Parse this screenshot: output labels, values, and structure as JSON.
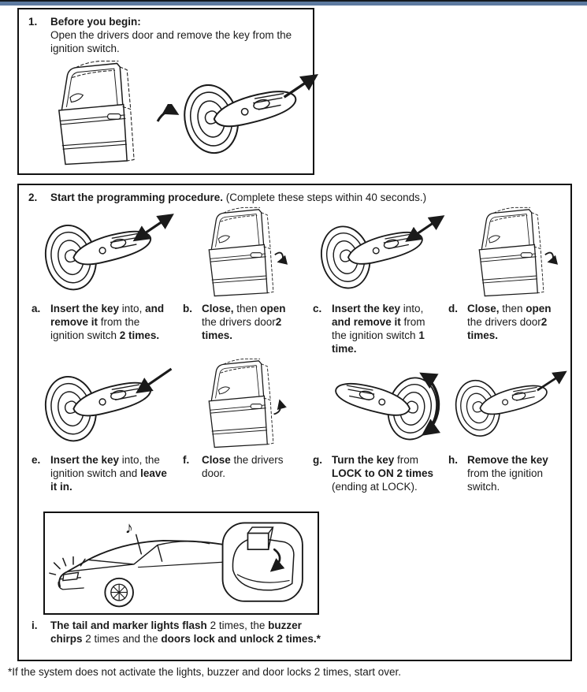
{
  "page": {
    "top_bar_color": "#5d7aa0",
    "line_color": "#1a1a1a",
    "footnote": "*If the system does not activate the lights, buzzer and door locks 2 times, start over."
  },
  "icons": {
    "buzzer_note": "♪"
  },
  "step1": {
    "number": "1.",
    "title": "Before you begin:",
    "body": "Open the drivers door and remove the key from the ignition switch.",
    "illustrations": [
      "drivers-door",
      "ignition-key-remove",
      "arrow-ne"
    ]
  },
  "step2": {
    "number": "2.",
    "title": "Start the programming procedure.",
    "note": " (Complete these steps within 40 seconds.)",
    "substeps": [
      {
        "label": "a.",
        "illustration": "ignition-key-insert-remove",
        "segments": [
          {
            "t": "Insert the key",
            "b": true
          },
          {
            "t": " into, ",
            "b": false
          },
          {
            "t": "and remove it",
            "b": true
          },
          {
            "t": " from the ignition switch ",
            "b": false
          },
          {
            "t": "2 times.",
            "b": true
          }
        ]
      },
      {
        "label": "b.",
        "illustration": "drivers-door-open",
        "segments": [
          {
            "t": "Close,",
            "b": true
          },
          {
            "t": " then ",
            "b": false
          },
          {
            "t": "open",
            "b": true
          },
          {
            "t": " the drivers door",
            "b": false
          },
          {
            "t": "2 times.",
            "b": true
          }
        ]
      },
      {
        "label": "c.",
        "illustration": "ignition-key-insert-remove",
        "segments": [
          {
            "t": "Insert the key",
            "b": true
          },
          {
            "t": " into, ",
            "b": false
          },
          {
            "t": "and remove it",
            "b": true
          },
          {
            "t": " from the ignition switch ",
            "b": false
          },
          {
            "t": "1 time.",
            "b": true
          }
        ]
      },
      {
        "label": "d.",
        "illustration": "drivers-door-open",
        "segments": [
          {
            "t": "Close,",
            "b": true
          },
          {
            "t": " then ",
            "b": false
          },
          {
            "t": "open",
            "b": true
          },
          {
            "t": " the drivers door",
            "b": false
          },
          {
            "t": "2 times.",
            "b": true
          }
        ]
      },
      {
        "label": "e.",
        "illustration": "ignition-key-insert",
        "segments": [
          {
            "t": "Insert the key",
            "b": true
          },
          {
            "t": " into, the ignition switch and ",
            "b": false
          },
          {
            "t": "leave it in.",
            "b": true
          }
        ]
      },
      {
        "label": "f.",
        "illustration": "drivers-door-close",
        "segments": [
          {
            "t": "Close",
            "b": true
          },
          {
            "t": " the drivers door.",
            "b": false
          }
        ]
      },
      {
        "label": "g.",
        "illustration": "ignition-key-turn",
        "segments": [
          {
            "t": "Turn the key",
            "b": true
          },
          {
            "t": " from ",
            "b": false
          },
          {
            "t": "LOCK to ON 2 times",
            "b": true
          },
          {
            "t": " (ending at LOCK).",
            "b": false
          }
        ]
      },
      {
        "label": "h.",
        "illustration": "ignition-key-remove",
        "segments": [
          {
            "t": "Remove the key",
            "b": true
          },
          {
            "t": " from the ignition switch.",
            "b": false
          }
        ]
      }
    ],
    "result": {
      "label": "i.",
      "illustration": "car-lights-flash-buzzer-door-lock",
      "segments": [
        {
          "t": "The tail and marker lights flash",
          "b": true
        },
        {
          "t": " 2 times, the ",
          "b": false
        },
        {
          "t": "buzzer chirps",
          "b": true
        },
        {
          "t": " 2 times and the ",
          "b": false
        },
        {
          "t": "doors lock and unlock 2 times.*",
          "b": true
        }
      ]
    }
  }
}
